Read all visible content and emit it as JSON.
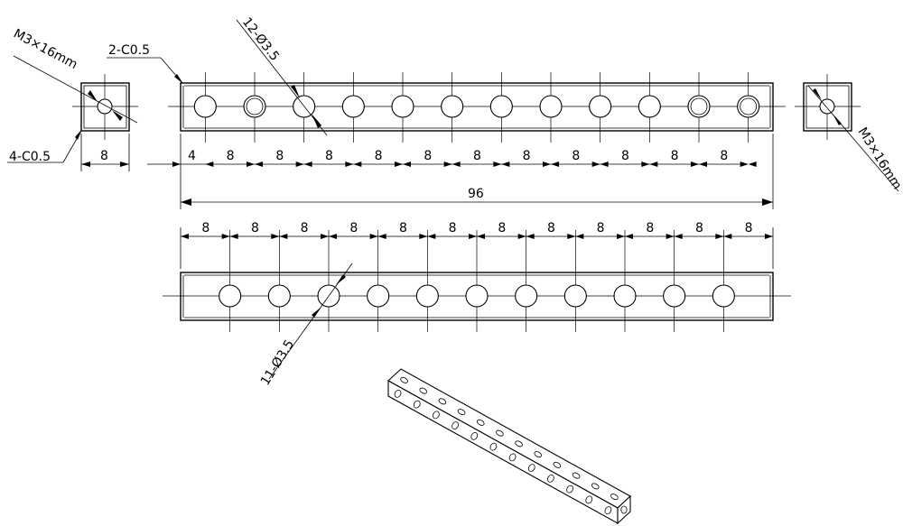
{
  "labels": {
    "end_left_callout": "M3×16mm",
    "end_left_chamfer": "4-C0.5",
    "end_left_width": "8",
    "front_chamfer": "2-C0.5",
    "front_holes": "12-Ø3.5",
    "front_offset": "4",
    "front_pitch": "8",
    "overall_length": "96",
    "end_right_callout": "M3×16mm",
    "bottom_pitch": "8",
    "bottom_holes": "11-Ø3.5"
  }
}
